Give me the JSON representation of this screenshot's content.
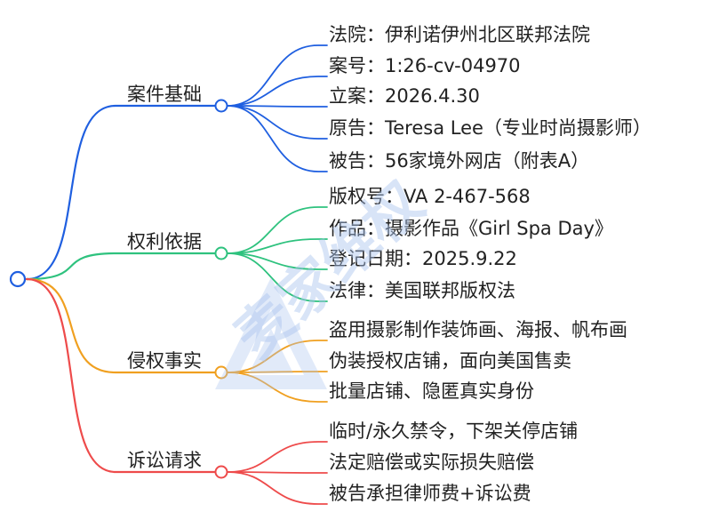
{
  "colors": {
    "blue": "#1f5fe0",
    "green": "#2ec27e",
    "orange": "#f0a020",
    "red": "#ee4b4b",
    "watermark": "#aac4ee"
  },
  "root": {
    "icon": "circle-node"
  },
  "branches": [
    {
      "key": "b0",
      "label": "案件基础",
      "color": "blue",
      "leaves": [
        "法院：伊利诺伊州北区联邦法院",
        "案号：1:26-cv-04970",
        "立案：2026.4.30",
        "原告：Teresa Lee（专业时尚摄影师）",
        "被告：56家境外网店（附表A）"
      ]
    },
    {
      "key": "b1",
      "label": "权利依据",
      "color": "green",
      "leaves": [
        "版权号：VA 2-467-568",
        "作品：摄影作品《Girl Spa Day》",
        "登记日期：2025.9.22",
        "法律：美国联邦版权法"
      ]
    },
    {
      "key": "b2",
      "label": "侵权事实",
      "color": "orange",
      "leaves": [
        "盗用摄影制作装饰画、海报、帆布画",
        "伪装授权店铺，面向美国售卖",
        "批量店铺、隐匿真实身份"
      ]
    },
    {
      "key": "b3",
      "label": "诉讼请求",
      "color": "red",
      "leaves": [
        "临时/永久禁令，下架关停店铺",
        "法定赔偿或实际损失赔偿",
        "被告承担律师费+诉讼费"
      ]
    }
  ],
  "watermark": {
    "text": "麦家维权"
  }
}
